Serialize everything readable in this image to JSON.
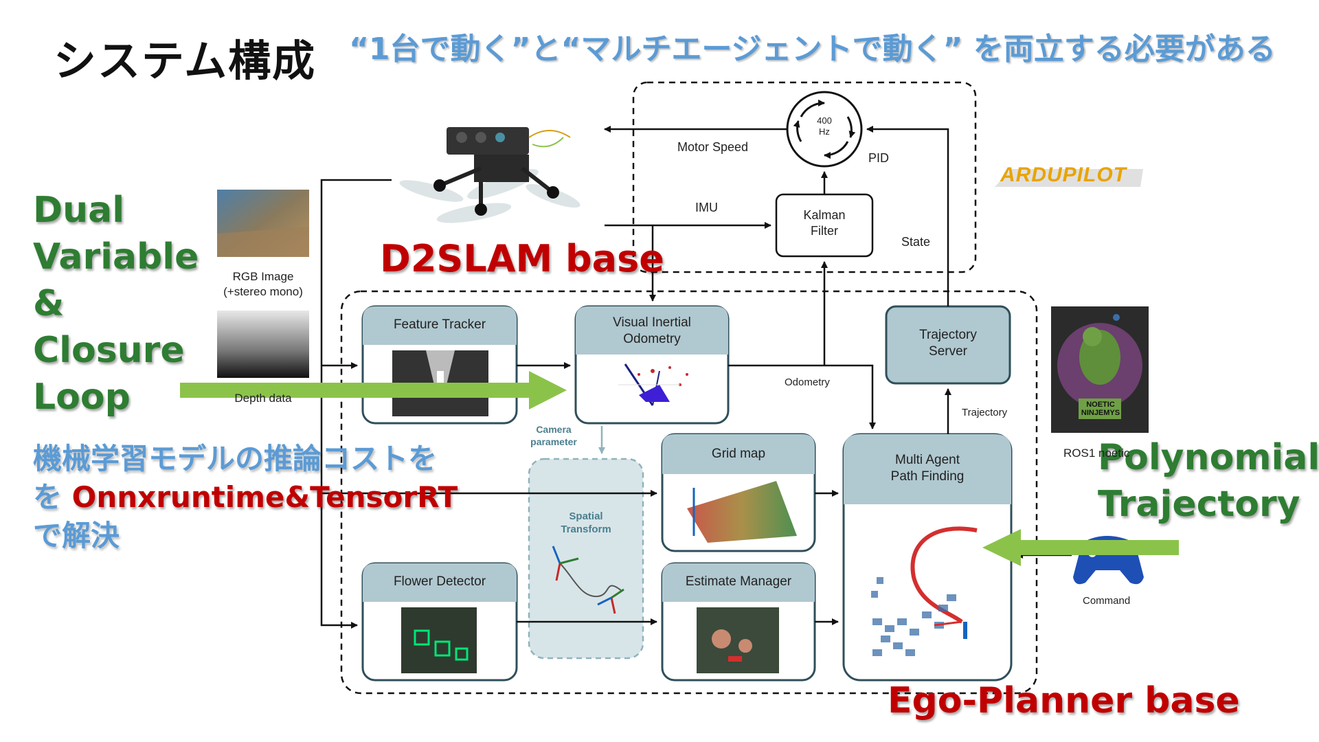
{
  "slide": {
    "title": "システム構成",
    "subtitle": "“1台で動く”と“マルチエージェントで動く” を両立する必要がある",
    "left_callout": [
      "Dual",
      "Variable",
      "&",
      "Closure",
      "Loop"
    ],
    "d2slam": "D2SLAM base",
    "ml_note_line1": "機械学習モデルの推論コストを",
    "ml_note_line2_prefix": "を ",
    "ml_note_line2_highlight": "Onnxruntime&TensorRT",
    "ml_note_line3": "で解決",
    "polynomial": [
      "Polynomial",
      "Trajectory"
    ],
    "ego_planner": "Ego-Planner base"
  },
  "diagram": {
    "blocks": {
      "feature_tracker": "Feature Tracker",
      "vio_line1": "Visual Inertial",
      "vio_line2": "Odometry",
      "grid_map": "Grid map",
      "multi_agent_line1": "Multi Agent",
      "multi_agent_line2": "Path Finding",
      "trajectory_server_line1": "Trajectory",
      "trajectory_server_line2": "Server",
      "flower_detector": "Flower Detector",
      "estimate_manager": "Estimate Manager",
      "spatial_transform_line1": "Spatial",
      "spatial_transform_line2": "Transform",
      "kalman_line1": "Kalman",
      "kalman_line2": "Filter",
      "pid_hz_line1": "400",
      "pid_hz_line2": "Hz"
    },
    "edge_labels": {
      "motor_speed": "Motor Speed",
      "imu": "IMU",
      "pid": "PID",
      "state": "State",
      "odometry": "Odometry",
      "trajectory": "Trajectory",
      "camera_param_line1": "Camera",
      "camera_param_line2": "parameter",
      "command": "Command"
    },
    "inputs": {
      "rgb_line1": "RGB Image",
      "rgb_line2": "(+stereo mono)",
      "depth": "Depth data",
      "ros": "ROS1 noetic"
    },
    "logos": {
      "ardupilot": "ARDUPILOT",
      "ros_badge_line1": "NOETIC",
      "ros_badge_line2": "NINJEMYS"
    }
  },
  "colors": {
    "accent_blue": "#5b9bd5",
    "accent_green": "#2e7d32",
    "accent_red": "#c00000",
    "arrow_green": "#8bc34a",
    "box_header": "#b0c8d0",
    "box_border": "#2f4f5a"
  }
}
